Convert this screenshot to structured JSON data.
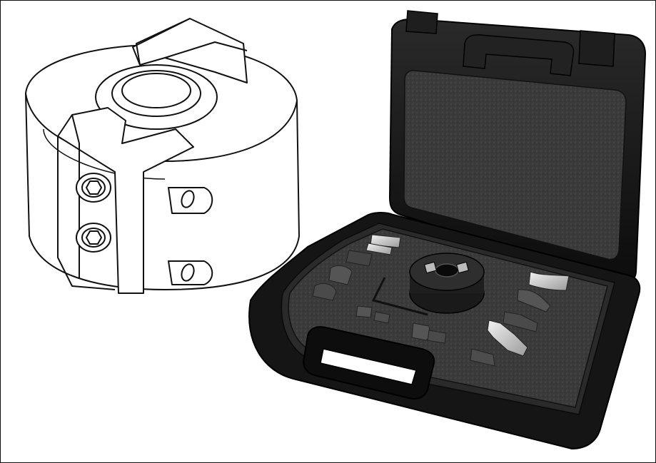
{
  "image": {
    "subject": "product-photo",
    "items": [
      {
        "name": "cutter-head-line-drawing",
        "icon": "cutter-head-icon"
      },
      {
        "name": "carrying-case-with-knives",
        "icon": "case-icon"
      }
    ]
  },
  "colors": {
    "background": "#ffffff",
    "frame": "#111111",
    "case_body": "#161616",
    "case_edge": "#2e2e2e",
    "foam": "#3a3a3a",
    "knife_steel": "#cfcfcf",
    "line_art": "#111111"
  }
}
